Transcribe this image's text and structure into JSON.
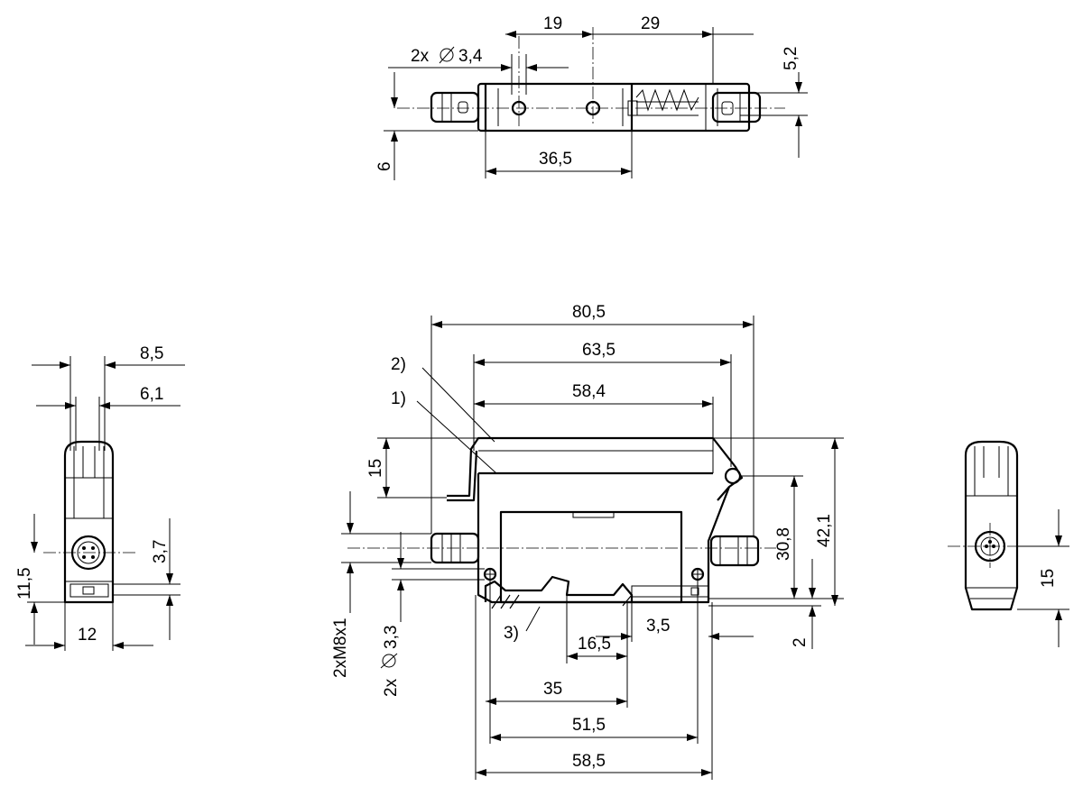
{
  "top_view": {
    "dims": {
      "d19": "19",
      "d29": "29",
      "holes": "2x",
      "holes_dia": "3,4",
      "d5_2": "5,2",
      "d6": "6",
      "d36_5": "36,5"
    }
  },
  "side_view": {
    "dims": {
      "d8_5": "8,5",
      "d6_1": "6,1",
      "d11_5": "11,5",
      "d3_7": "3,7",
      "d12": "12"
    }
  },
  "front_view": {
    "dims": {
      "d80_5": "80,5",
      "d63_5": "63,5",
      "d58_4": "58,4",
      "d15": "15",
      "d30_8": "30,8",
      "d42_1": "42,1",
      "d2": "2",
      "d3_5": "3,5",
      "d16_5": "16,5",
      "d35": "35",
      "d51_5": "51,5",
      "d58_5": "58,5",
      "thread": "2xM8x1",
      "holes2": "2x",
      "holes2_dia": "3,3"
    },
    "callouts": {
      "c1": "1)",
      "c2": "2)",
      "c3": "3)"
    }
  },
  "right_view": {
    "dims": {
      "d15": "15"
    }
  },
  "symbols": {
    "diameter": "diameter-symbol"
  }
}
